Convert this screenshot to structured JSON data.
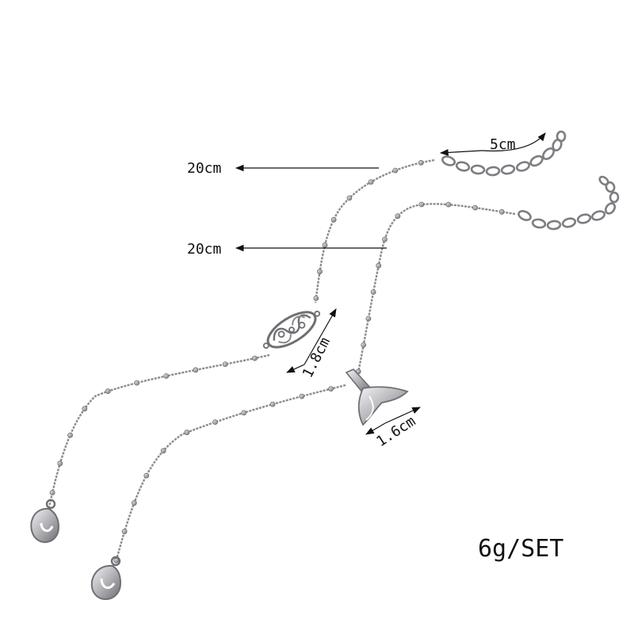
{
  "labels": {
    "chain_length_top": "20cm",
    "chain_length_bottom": "20cm",
    "extender_length": "5cm",
    "charm_filigree_size": "1.8cm",
    "charm_tail_size": "1.6cm"
  },
  "weight": "6g/SET",
  "colors": {
    "silver_dark": "#6f6f73",
    "silver_light": "#e3e3e6",
    "text": "#111111"
  }
}
